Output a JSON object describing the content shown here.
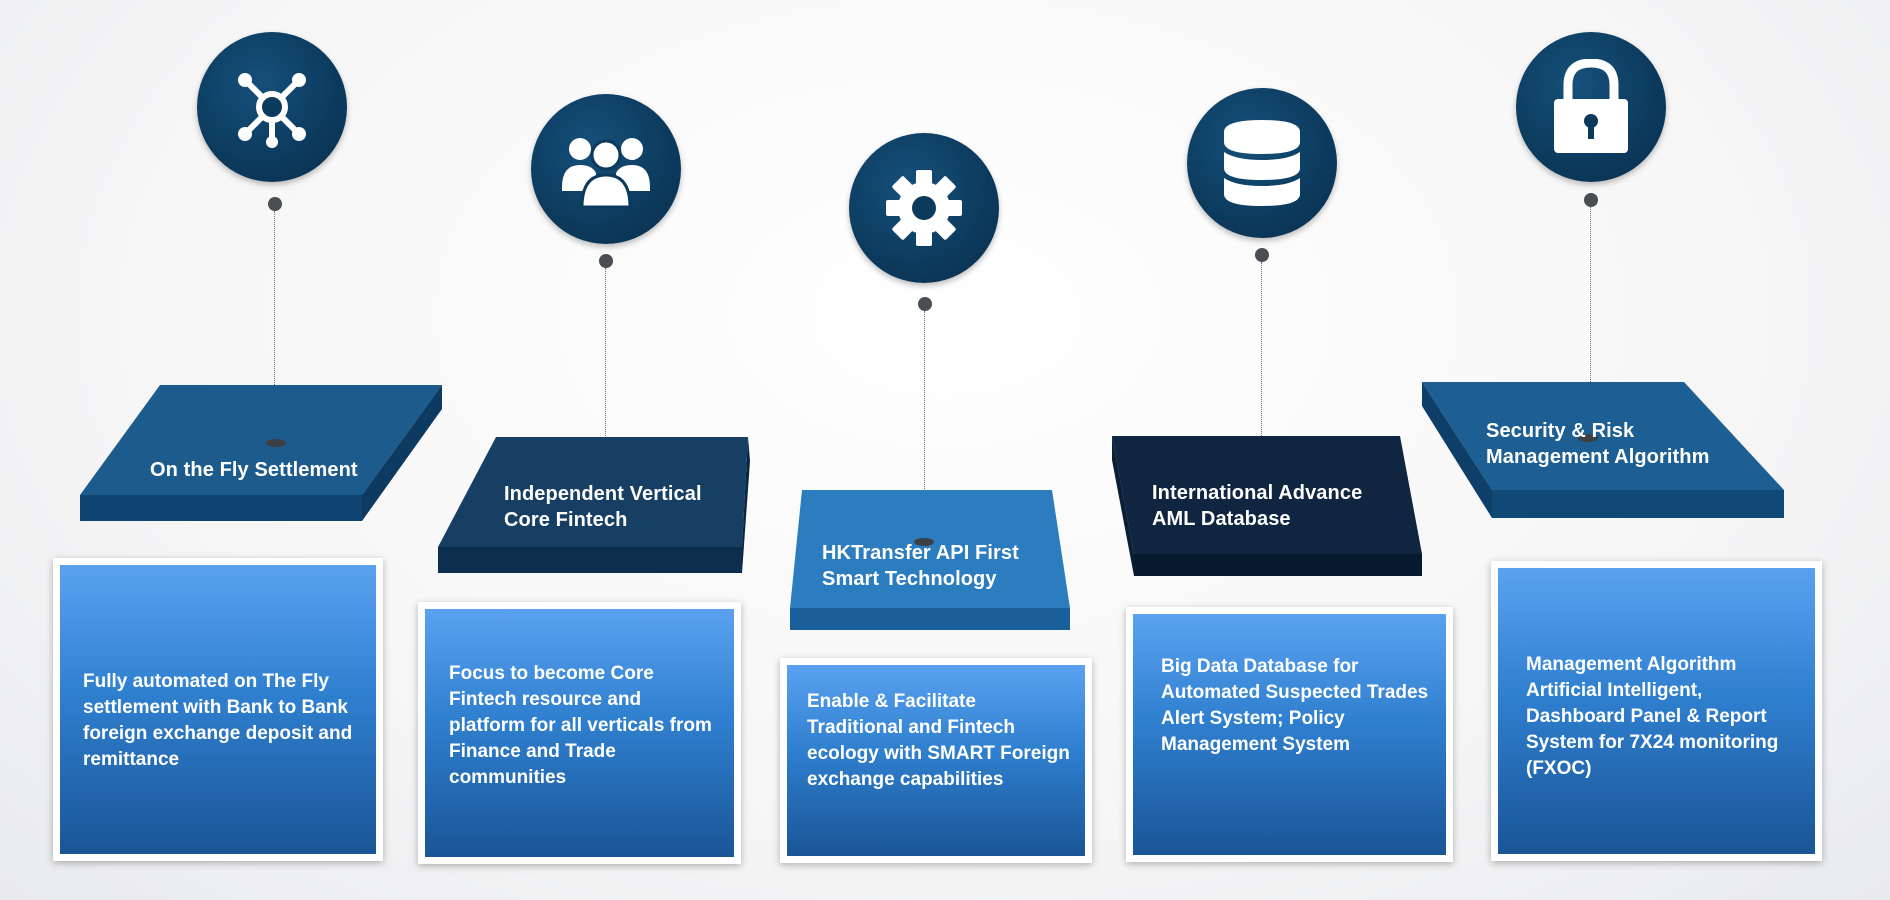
{
  "columns": [
    {
      "id": "settlement",
      "icon": "network-hub-icon",
      "plate_title": "On the Fly Settlement",
      "description": "Fully automated on The Fly settlement with Bank to Bank foreign exchange deposit and remittance",
      "plate_top": "#1c5b8c",
      "plate_front": "#0f4470"
    },
    {
      "id": "vertical",
      "icon": "users-group-icon",
      "plate_title": "Independent Vertical Core Fintech",
      "description": "Focus to become Core Fintech resource and platform for all verticals from Finance and Trade communities",
      "plate_top": "#173f63",
      "plate_front": "#0d2e4d"
    },
    {
      "id": "api",
      "icon": "gear-icon",
      "plate_title": "HKTransfer API First Smart Technology",
      "description": "Enable & Facilitate Traditional and Fintech ecology with SMART Foreign exchange capabilities",
      "plate_top": "#2c7cc0",
      "plate_front": "#1a5f9a"
    },
    {
      "id": "aml",
      "icon": "database-icon",
      "plate_title": "International Advance AML Database",
      "description": "Big Data Database for Automated Suspected Trades Alert System; Policy Management System",
      "plate_top": "#0f2540",
      "plate_front": "#081a2f"
    },
    {
      "id": "security",
      "icon": "padlock-icon",
      "plate_title": "Security & Risk Management Algorithm",
      "description_parts": [
        "Management Algorithm Artificial Intelligent, Dashboard Panel & Report System for 7X24 monitoring ",
        "(FXOC)"
      ],
      "plate_top": "#1d5f92",
      "plate_front": "#104876"
    }
  ]
}
